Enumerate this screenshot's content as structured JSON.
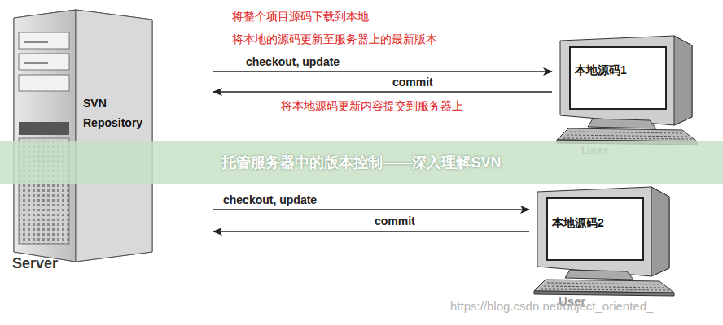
{
  "diagram": {
    "title": "托管服务器中的版本控制——深入理解SVN",
    "nodes": [
      {
        "text": [
          "SVN Repository",
          "Server"
        ]
      },
      {
        "text": [
          "本地源码1",
          "User"
        ]
      },
      {
        "text": [
          "本地源码2",
          "User"
        ]
      }
    ],
    "edges": [
      {
        "from": 0,
        "to": 1,
        "label": "checkout, update",
        "arrow": "to"
      },
      {
        "from": 1,
        "to": 0,
        "label": "commit",
        "arrow": "to"
      },
      {
        "from": 0,
        "to": 2,
        "label": "checkout, update",
        "arrow": "to"
      },
      {
        "from": 2,
        "to": 0,
        "label": "commit",
        "arrow": "to"
      }
    ],
    "labels": [
      "将整个项目源码下载到本地",
      "将本地的源码更新至服务器上的最新版本",
      "将本地源码更新内容提交到服务器上",
      "https://blog.csdn.net/object_oriented_"
    ]
  }
}
